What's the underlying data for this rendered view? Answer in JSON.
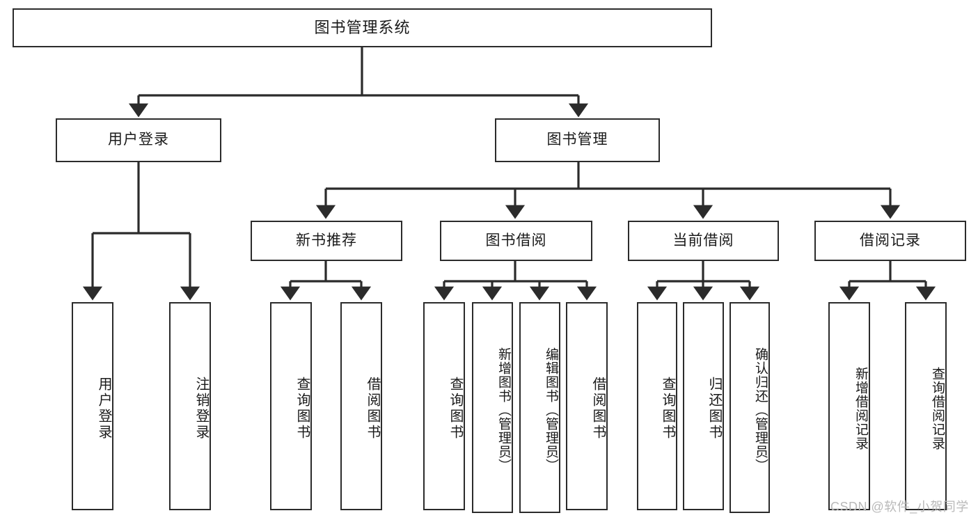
{
  "diagram": {
    "type": "tree",
    "title": "图书管理系统",
    "watermark": "CSDN @软件_小贺同学",
    "colors": {
      "stroke": "#2b2b2b",
      "fill": "#ffffff",
      "text": "#1a1a1a",
      "watermark": "#b9b9b9"
    },
    "root": {
      "label": "图书管理系统"
    },
    "level2": [
      {
        "id": "user-login",
        "label": "用户登录"
      },
      {
        "id": "book-manage",
        "label": "图书管理"
      }
    ],
    "level3": [
      {
        "id": "new-book-recommend",
        "label": "新书推荐"
      },
      {
        "id": "book-borrow",
        "label": "图书借阅"
      },
      {
        "id": "current-borrow",
        "label": "当前借阅"
      },
      {
        "id": "borrow-record",
        "label": "借阅记录"
      }
    ],
    "leaves": {
      "user_login": [
        {
          "id": "leaf-user-login",
          "label": "用户登录"
        },
        {
          "id": "leaf-logout-login",
          "label": "注销登录"
        }
      ],
      "new_book_recommend": [
        {
          "id": "leaf-query-book-1",
          "label": "查询图书"
        },
        {
          "id": "leaf-borrow-book-1",
          "label": "借阅图书"
        }
      ],
      "book_borrow": [
        {
          "id": "leaf-query-book-2",
          "label": "查询图书"
        },
        {
          "id": "leaf-add-book",
          "label": "新增图书（管理员）"
        },
        {
          "id": "leaf-edit-book",
          "label": "编辑图书（管理员）"
        },
        {
          "id": "leaf-borrow-book-2",
          "label": "借阅图书"
        }
      ],
      "current_borrow": [
        {
          "id": "leaf-query-book-3",
          "label": "查询图书"
        },
        {
          "id": "leaf-return-book",
          "label": "归还图书"
        },
        {
          "id": "leaf-confirm-return",
          "label": "确认归还（管理员）"
        }
      ],
      "borrow_record": [
        {
          "id": "leaf-add-record",
          "label": "新增借阅记录"
        },
        {
          "id": "leaf-query-record",
          "label": "查询借阅记录"
        }
      ]
    }
  }
}
